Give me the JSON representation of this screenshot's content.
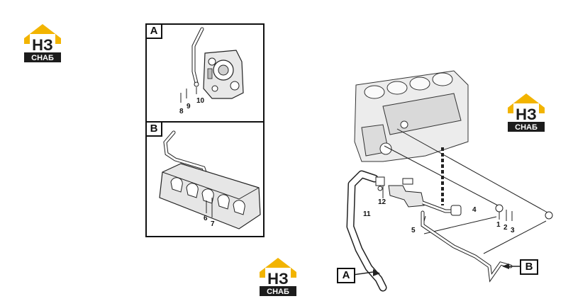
{
  "logo": {
    "line1": "НЗ",
    "line2": "СНАБ",
    "gold": "#f2b400",
    "dark": "#1c1c1c"
  },
  "insets": [
    {
      "tag": "A",
      "labels": [
        "8",
        "9",
        "10"
      ]
    },
    {
      "tag": "B",
      "labels": [
        "6",
        "7"
      ]
    }
  ],
  "main": {
    "part_labels": [
      "1",
      "2",
      "3",
      "4",
      "5",
      "11",
      "12"
    ],
    "callouts": [
      "A",
      "B"
    ]
  }
}
